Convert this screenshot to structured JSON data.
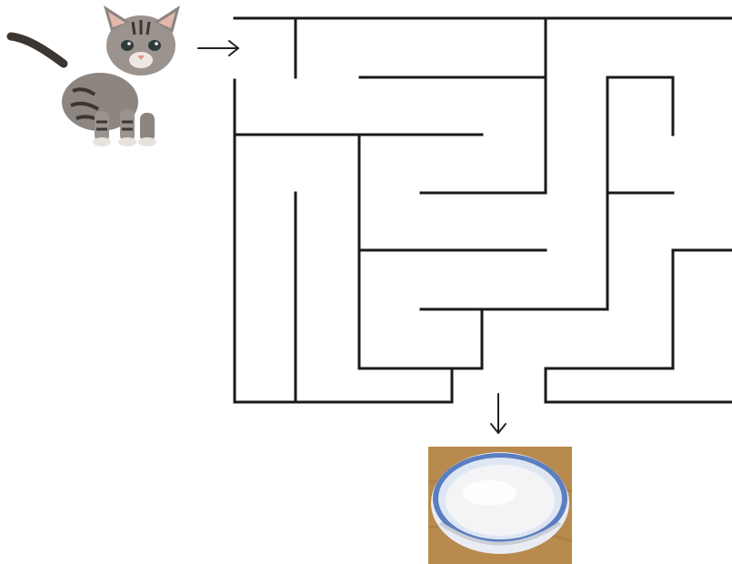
{
  "scene": {
    "start_character": "kitten",
    "goal_item": "milk-bowl",
    "entry_marker": "arrow-right",
    "exit_marker": "arrow-down"
  },
  "colors": {
    "background": "#ffffff",
    "wall": "#1a1a1a",
    "kitten_fur": "#8c8580",
    "kitten_stripes": "#3b3632",
    "bowl_rim": "#5a7fc0",
    "milk": "#f4f4f6",
    "table_wood": "#b88a4e"
  }
}
